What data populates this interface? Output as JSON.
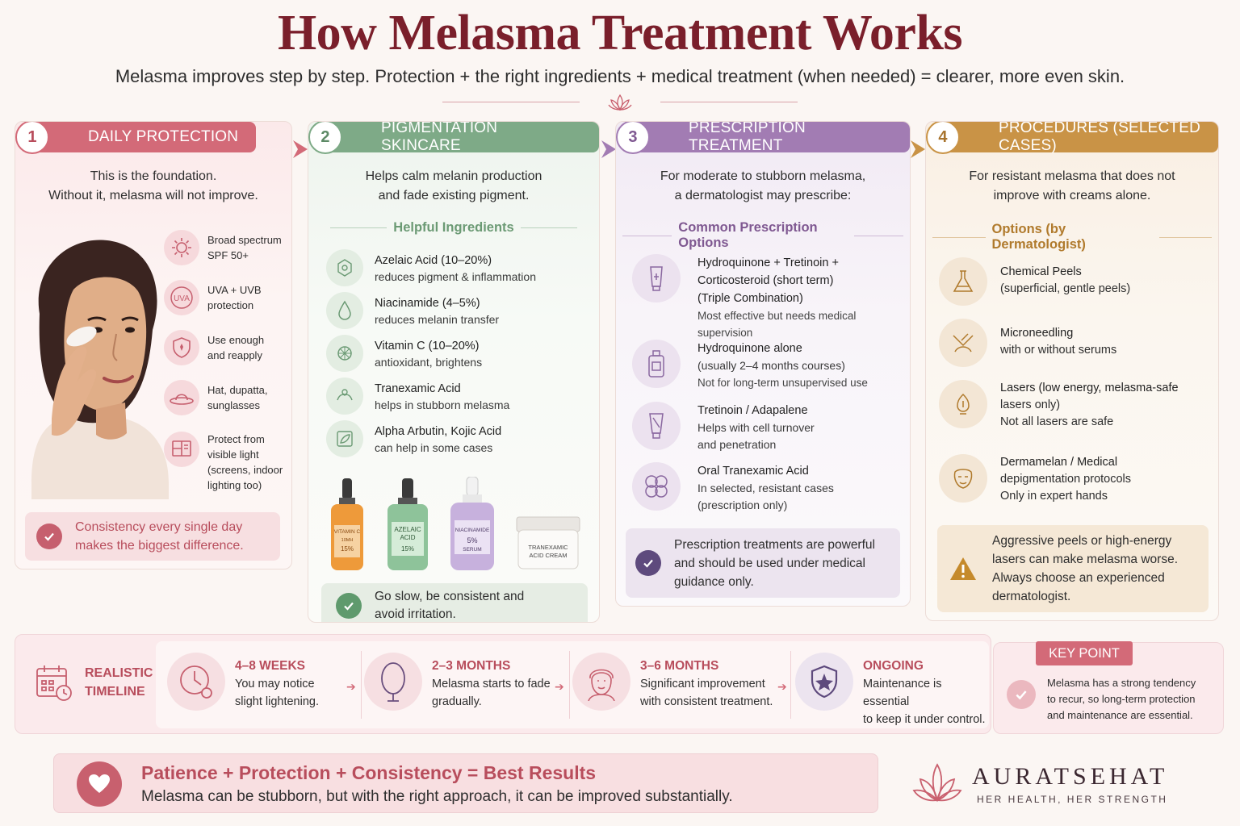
{
  "header": {
    "title": "How Melasma Treatment Works",
    "subtitle": "Melasma improves step by step. Protection + the right ingredients + medical treatment (when needed) = clearer, more even skin."
  },
  "colors": {
    "title": "#7a1f2b",
    "step1": "#d36a78",
    "step2": "#7eaa87",
    "step3": "#a27cb3",
    "step4": "#c99346"
  },
  "step1": {
    "number": "1",
    "label": "DAILY PROTECTION",
    "intro_l1": "This is the foundation.",
    "intro_l2": "Without it, melasma will not improve.",
    "items": [
      {
        "icon": "sun-icon",
        "l1": "Broad spectrum",
        "l2": "SPF 50+"
      },
      {
        "icon": "uva-icon",
        "badge": "UVA",
        "l1": "UVA + UVB",
        "l2": "protection"
      },
      {
        "icon": "shield-icon",
        "l1": "Use enough",
        "l2": "and reapply"
      },
      {
        "icon": "hat-icon",
        "l1": "Hat, dupatta,",
        "l2": "sunglasses"
      },
      {
        "icon": "screen-icon",
        "l1": "Protect from",
        "l2": "visible light",
        "l3": "(screens, indoor",
        "l4": "lighting too)"
      }
    ],
    "note_l1": "Consistency every single day",
    "note_l2": "makes the biggest difference."
  },
  "step2": {
    "number": "2",
    "label": "PIGMENTATION SKINCARE",
    "intro_l1": "Helps calm melanin production",
    "intro_l2": "and fade existing pigment.",
    "section": "Helpful Ingredients",
    "items": [
      {
        "name": "Azelaic Acid (10–20%)",
        "desc": "reduces pigment & inflammation"
      },
      {
        "name": "Niacinamide (4–5%)",
        "desc": "reduces melanin transfer"
      },
      {
        "name": "Vitamin C (10–20%)",
        "desc": "antioxidant, brightens"
      },
      {
        "name": "Tranexamic Acid",
        "desc": "helps in stubborn melasma"
      },
      {
        "name": "Alpha Arbutin, Kojic Acid",
        "desc": "can help in some cases"
      }
    ],
    "products": {
      "vitc_l1": "VITAMIN C",
      "vitc_l2": "10MH",
      "vitc_l3": "15%",
      "aze_l1": "AZELAIC",
      "aze_l2": "ACID",
      "aze_l3": "15%",
      "nia_l1": "NIACINAMIDE",
      "nia_l2": "5%",
      "nia_l3": "SERUM",
      "tra_l1": "TRANEXAMIC",
      "tra_l2": "ACID CREAM"
    },
    "note_l1": "Go slow, be consistent and",
    "note_l2": "avoid irritation."
  },
  "step3": {
    "number": "3",
    "label": "PRESCRIPTION TREATMENT",
    "intro_l1": "For moderate to stubborn melasma,",
    "intro_l2": "a dermatologist may prescribe:",
    "section": "Common Prescription Options",
    "items": [
      {
        "l1": "Hydroquinone + Tretinoin +",
        "l2": "Corticosteroid (short term)",
        "l3": "(Triple Combination)",
        "s1": "Most effective but needs medical",
        "s2": "supervision"
      },
      {
        "l1": "Hydroquinone alone",
        "l2": "(usually 2–4 months courses)",
        "s1": "Not for long-term unsupervised use"
      },
      {
        "l1": "Tretinoin / Adapalene",
        "l2": "Helps with cell turnover",
        "l3": "and penetration"
      },
      {
        "l1": "Oral Tranexamic Acid",
        "l2": "In selected, resistant cases",
        "l3": "(prescription only)"
      }
    ],
    "note_l1": "Prescription treatments are powerful",
    "note_l2": "and should be used under medical",
    "note_l3": "guidance only."
  },
  "step4": {
    "number": "4",
    "label": "PROCEDURES (SELECTED CASES)",
    "intro_l1": "For resistant melasma that does not",
    "intro_l2": "improve with creams alone.",
    "section": "Options (by Dermatologist)",
    "items": [
      {
        "l1": "Chemical Peels",
        "l2": "(superficial, gentle peels)"
      },
      {
        "l1": "Microneedling",
        "l2": "with or without serums"
      },
      {
        "l1": "Lasers (low energy, melasma-safe",
        "l2": "lasers only)",
        "l3": "Not all lasers are safe"
      },
      {
        "l1": "Dermamelan / Medical",
        "l2": "depigmentation protocols",
        "l3": "Only in expert hands"
      }
    ],
    "warn_l1": "Aggressive peels or high-energy",
    "warn_l2": "lasers can make melasma worse.",
    "warn_l3": "Always choose an experienced",
    "warn_l4": "dermatologist."
  },
  "timeline": {
    "label_l1": "REALISTIC",
    "label_l2": "TIMELINE",
    "steps": [
      {
        "title": "4–8 WEEKS",
        "l1": "You may notice",
        "l2": "slight lightening."
      },
      {
        "title": "2–3 MONTHS",
        "l1": "Melasma starts to fade",
        "l2": "gradually."
      },
      {
        "title": "3–6 MONTHS",
        "l1": "Significant improvement",
        "l2": "with consistent treatment."
      },
      {
        "title": "ONGOING",
        "l1": "Maintenance is essential",
        "l2": "to keep it under control."
      }
    ]
  },
  "key_point": {
    "badge": "KEY POINT",
    "l1": "Melasma has a strong tendency",
    "l2": "to recur, so long-term protection",
    "l3": "and maintenance are essential."
  },
  "bottom": {
    "headline": "Patience + Protection + Consistency = Best Results",
    "subline": "Melasma can be stubborn, but with the right approach, it can be improved substantially."
  },
  "brand": {
    "name": "AURATSEHAT",
    "tagline": "HER HEALTH, HER STRENGTH"
  }
}
